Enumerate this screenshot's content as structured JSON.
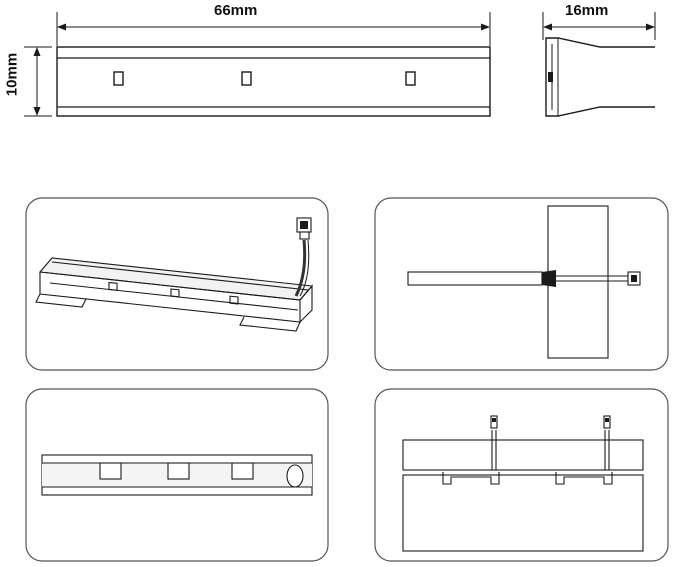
{
  "dimensions": {
    "length": "66mm",
    "width": "16mm",
    "height": "10mm"
  },
  "colors": {
    "line": "#1a1a1a",
    "panel_border": "#555555",
    "panel_fill": "#ffffff",
    "shade": "#e6e6e6"
  }
}
